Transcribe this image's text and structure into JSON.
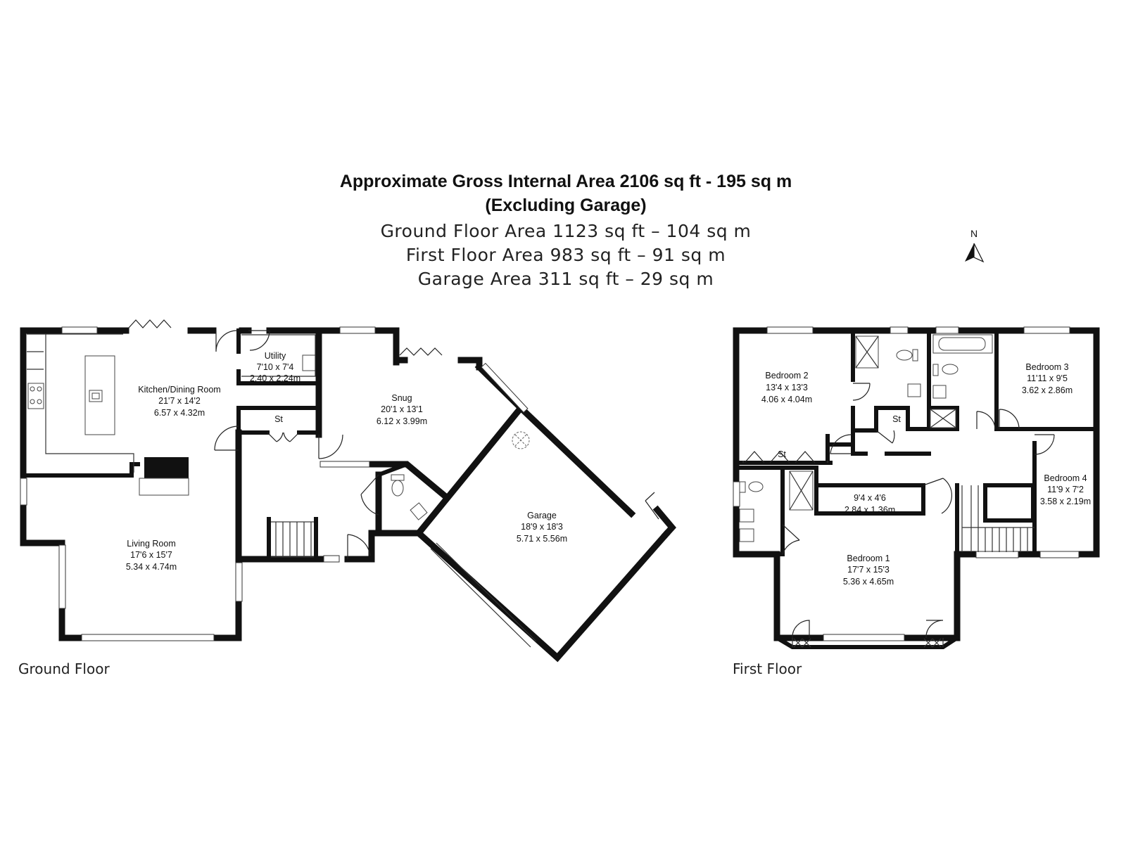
{
  "header": {
    "line1": "Approximate Gross Internal Area 2106 sq ft - 195 sq m",
    "line2": "(Excluding Garage)",
    "line3": "Ground Floor Area 1123 sq ft – 104 sq m",
    "line4": "First Floor Area 983 sq ft – 91 sq m",
    "line5": "Garage Area 311 sq ft – 29 sq m"
  },
  "compass": {
    "label": "N",
    "icon": "north-arrow-icon"
  },
  "floors": {
    "ground": {
      "label": "Ground Floor",
      "rooms": {
        "kitchen": {
          "name": "Kitchen/Dining Room",
          "imperial": "21'7 x 14'2",
          "metric": "6.57 x 4.32m"
        },
        "utility": {
          "name": "Utility",
          "imperial": "7'10 x 7'4",
          "metric": "2.40 x 2.24m"
        },
        "store": {
          "name": "St"
        },
        "snug": {
          "name": "Snug",
          "imperial": "20'1 x 13'1",
          "metric": "6.12 x 3.99m"
        },
        "living": {
          "name": "Living Room",
          "imperial": "17'6 x 15'7",
          "metric": "5.34 x 4.74m"
        },
        "garage": {
          "name": "Garage",
          "imperial": "18'9 x 18'3",
          "metric": "5.71 x 5.56m"
        }
      }
    },
    "first": {
      "label": "First Floor",
      "rooms": {
        "bed2": {
          "name": "Bedroom 2",
          "imperial": "13'4 x 13'3",
          "metric": "4.06 x 4.04m"
        },
        "bed3": {
          "name": "Bedroom 3",
          "imperial": "11'11 x 9'5",
          "metric": "3.62 x 2.86m"
        },
        "bed4": {
          "name": "Bedroom 4",
          "imperial": "11'9 x 7'2",
          "metric": "3.58 x 2.19m"
        },
        "bed1": {
          "name": "Bedroom 1",
          "imperial": "17'7 x 15'3",
          "metric": "5.36 x 4.65m"
        },
        "dressing": {
          "imperial": "9'4 x 4'6",
          "metric": "2.84 x 1.36m"
        },
        "store_a": {
          "name": "St"
        },
        "store_b": {
          "name": "St"
        }
      }
    }
  }
}
